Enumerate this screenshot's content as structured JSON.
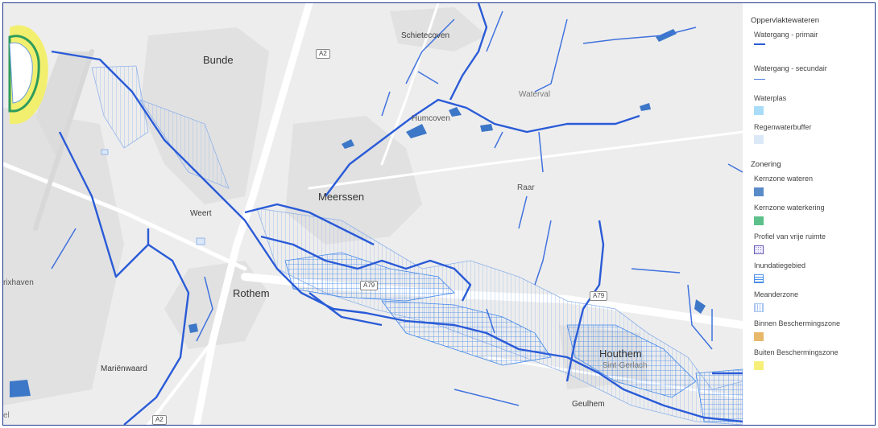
{
  "map": {
    "places": [
      {
        "id": "bunde",
        "text": "Bunde"
      },
      {
        "id": "schietecoven",
        "text": "Schietecoven"
      },
      {
        "id": "waterval",
        "text": "Waterval"
      },
      {
        "id": "humcoven",
        "text": "Humcoven"
      },
      {
        "id": "meerssen",
        "text": "Meerssen"
      },
      {
        "id": "raar",
        "text": "Raar"
      },
      {
        "id": "weert",
        "text": "Weert"
      },
      {
        "id": "rothem",
        "text": "Rothem"
      },
      {
        "id": "rixhaven",
        "text": "rixhaven"
      },
      {
        "id": "marienwaard",
        "text": "Mariënwaard"
      },
      {
        "id": "houthem",
        "text": "Houthem"
      },
      {
        "id": "sintgerlach",
        "text": "Sint-Gerlach"
      },
      {
        "id": "geulhem",
        "text": "Geulhem"
      },
      {
        "id": "el",
        "text": "el"
      }
    ],
    "road_shields": [
      "A2",
      "A79",
      "A79",
      "A2"
    ]
  },
  "legend": {
    "group1": "Oppervlaktewateren",
    "items1": [
      {
        "label": "Watergang - primair",
        "kind": "line-thick",
        "color": "#2a5bd7"
      },
      {
        "label": "Watergang - secundair",
        "kind": "line-thin",
        "color": "#4a7be0"
      },
      {
        "label": "Waterplas",
        "kind": "fill",
        "color": "#a8dcf7"
      },
      {
        "label": "Regenwaterbuffer",
        "kind": "fill",
        "color": "#dbe8f8"
      }
    ],
    "group2": "Zonering",
    "items2": [
      {
        "label": "Kernzone wateren",
        "kind": "fill",
        "color": "#5a8bc9"
      },
      {
        "label": "Kernzone waterkering",
        "kind": "fill",
        "color": "#5cc08a"
      },
      {
        "label": "Profiel van vrije ruimte",
        "kind": "dotted",
        "color": "#6a5cb8"
      },
      {
        "label": "Inundatiegebied",
        "kind": "grid",
        "color": "#4a8ee8"
      },
      {
        "label": "Meanderzone",
        "kind": "hatch",
        "color": "#a9c6f0"
      },
      {
        "label": "Binnen Beschermingszone",
        "kind": "fill",
        "color": "#e8b86a"
      },
      {
        "label": "Buiten Beschermingszone",
        "kind": "fill",
        "color": "#f6f07a"
      }
    ]
  }
}
